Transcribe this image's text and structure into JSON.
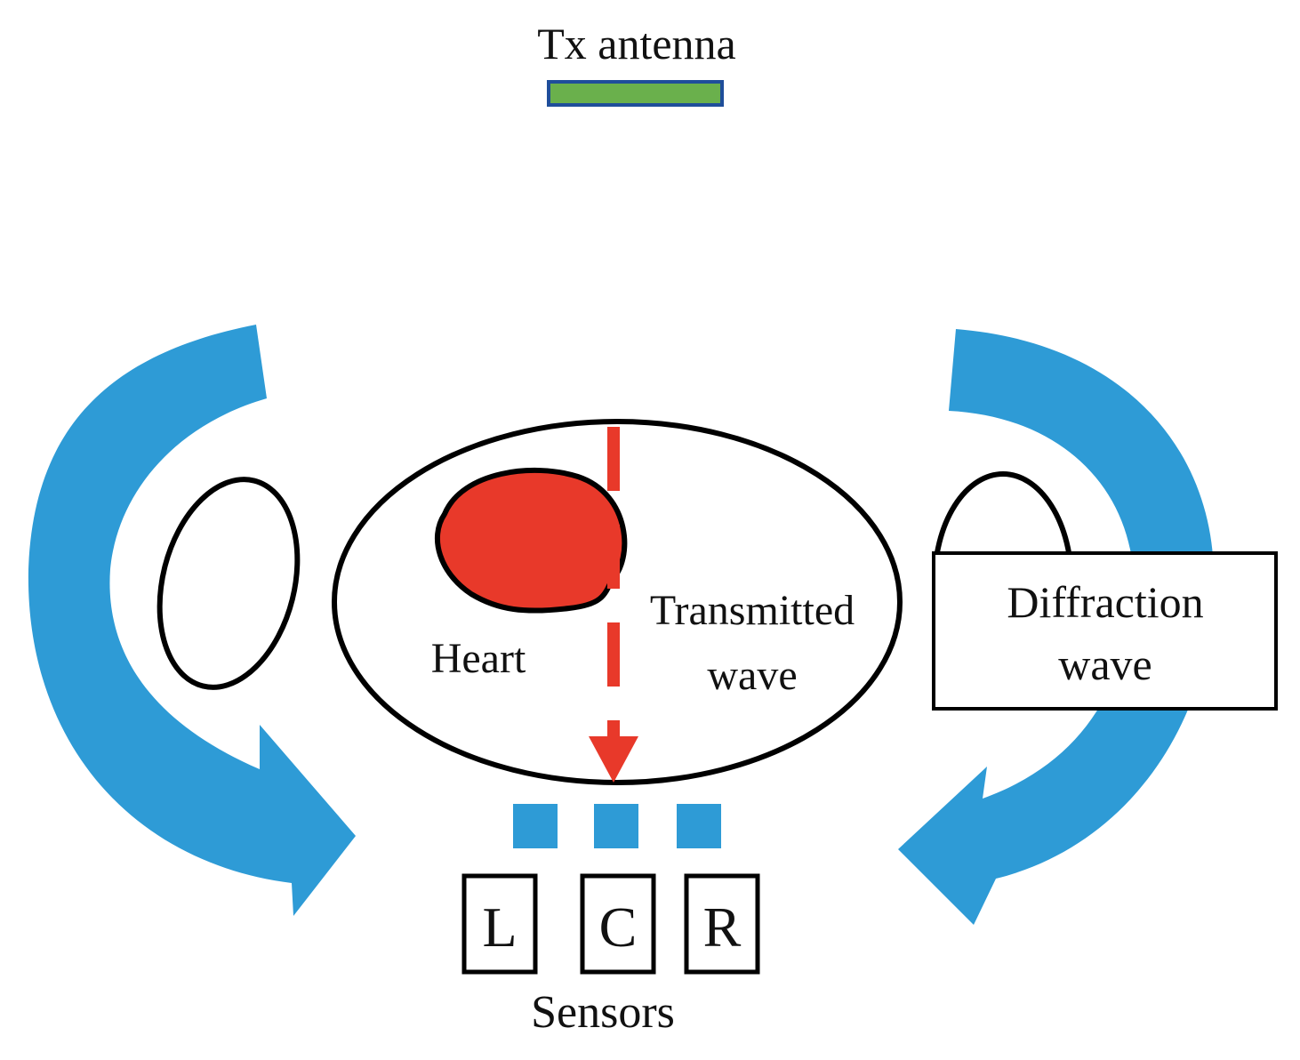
{
  "labels": {
    "tx_antenna": "Tx antenna",
    "heart": "Heart",
    "transmitted_line1": "Transmitted",
    "transmitted_line2": "wave",
    "diffraction_line1": "Diffraction",
    "diffraction_line2": "wave",
    "sensors": "Sensors",
    "sensor_left": "L",
    "sensor_center": "C",
    "sensor_right": "R"
  },
  "colors": {
    "antenna_fill": "#6ab04c",
    "antenna_border": "#1f4e9a",
    "diffraction_arrow": "#2e9bd6",
    "heart_fill": "#e8392a",
    "transmitted_arrow": "#e8392a",
    "sensor_fill": "#2e9bd6",
    "outline": "#000000"
  }
}
